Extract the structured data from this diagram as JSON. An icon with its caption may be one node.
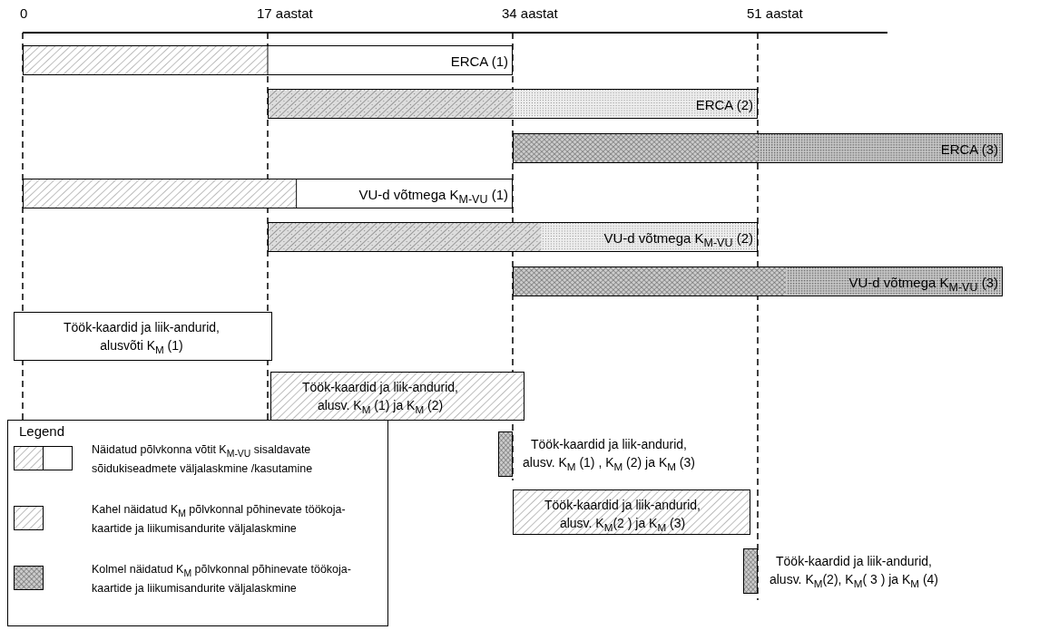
{
  "diagram": {
    "nodes": [
      {
        "text": [
          "ERCA (1)"
        ]
      },
      {
        "text": [
          "ERCA (2)"
        ]
      },
      {
        "text": [
          "ERCA (3)"
        ]
      },
      {
        "text": [
          "VU-d võtmega K$_{M-VU}$ (1)"
        ]
      },
      {
        "text": [
          "VU-d võtmega K$_{M-VU}$ (2)"
        ]
      },
      {
        "text": [
          "VU-d võtmega K$_{M-VU}$ (3)"
        ]
      },
      {
        "text": [
          "Töök-kaardid ja liik-andurid, alusvõti K$_{M}$ (1)"
        ]
      },
      {
        "text": [
          "Töök-kaardid ja liik-andurid, alusv. K$_{M}$ (1) ja K$_{M}$ (2)"
        ]
      },
      {
        "text": [
          "Töök-kaardid ja liik-andurid, alusv. K$_{M}$ (1) , K$_{M}$ (2) ja K$_{M}$ (3)"
        ]
      },
      {
        "text": [
          "Töök-kaardid ja liik-andurid, alusv. K$_{M}$(2 ) ja K$_{M}$ (3)"
        ]
      },
      {
        "text": [
          "Töök-kaardid ja liik-andurid, alusv. K$_{M}$(2), K$_{M}$( 3 ) ja K$_{M}$ (4)"
        ]
      }
    ],
    "labels": [
      "0",
      "17 aastat",
      "34 aastat",
      "51 aastat",
      "Legend"
    ],
    "legend": [
      {
        "text": "Näidatud põlvkonna võtit K$_{M-VU}$ sisaldavate sõidukiseadmete väljalaskmine /kasutamine"
      },
      {
        "text": "Kahel näidatud K$_{M}$ põlvkonnal põhinevate töökoja-kaartide ja liikumisandurite väljalaskmine"
      },
      {
        "text": "Kolmel näidatud K$_{M}$ põlvkonnal põhinevate töökoja-kaartide ja liikumisandurite väljalaskmine"
      }
    ]
  }
}
